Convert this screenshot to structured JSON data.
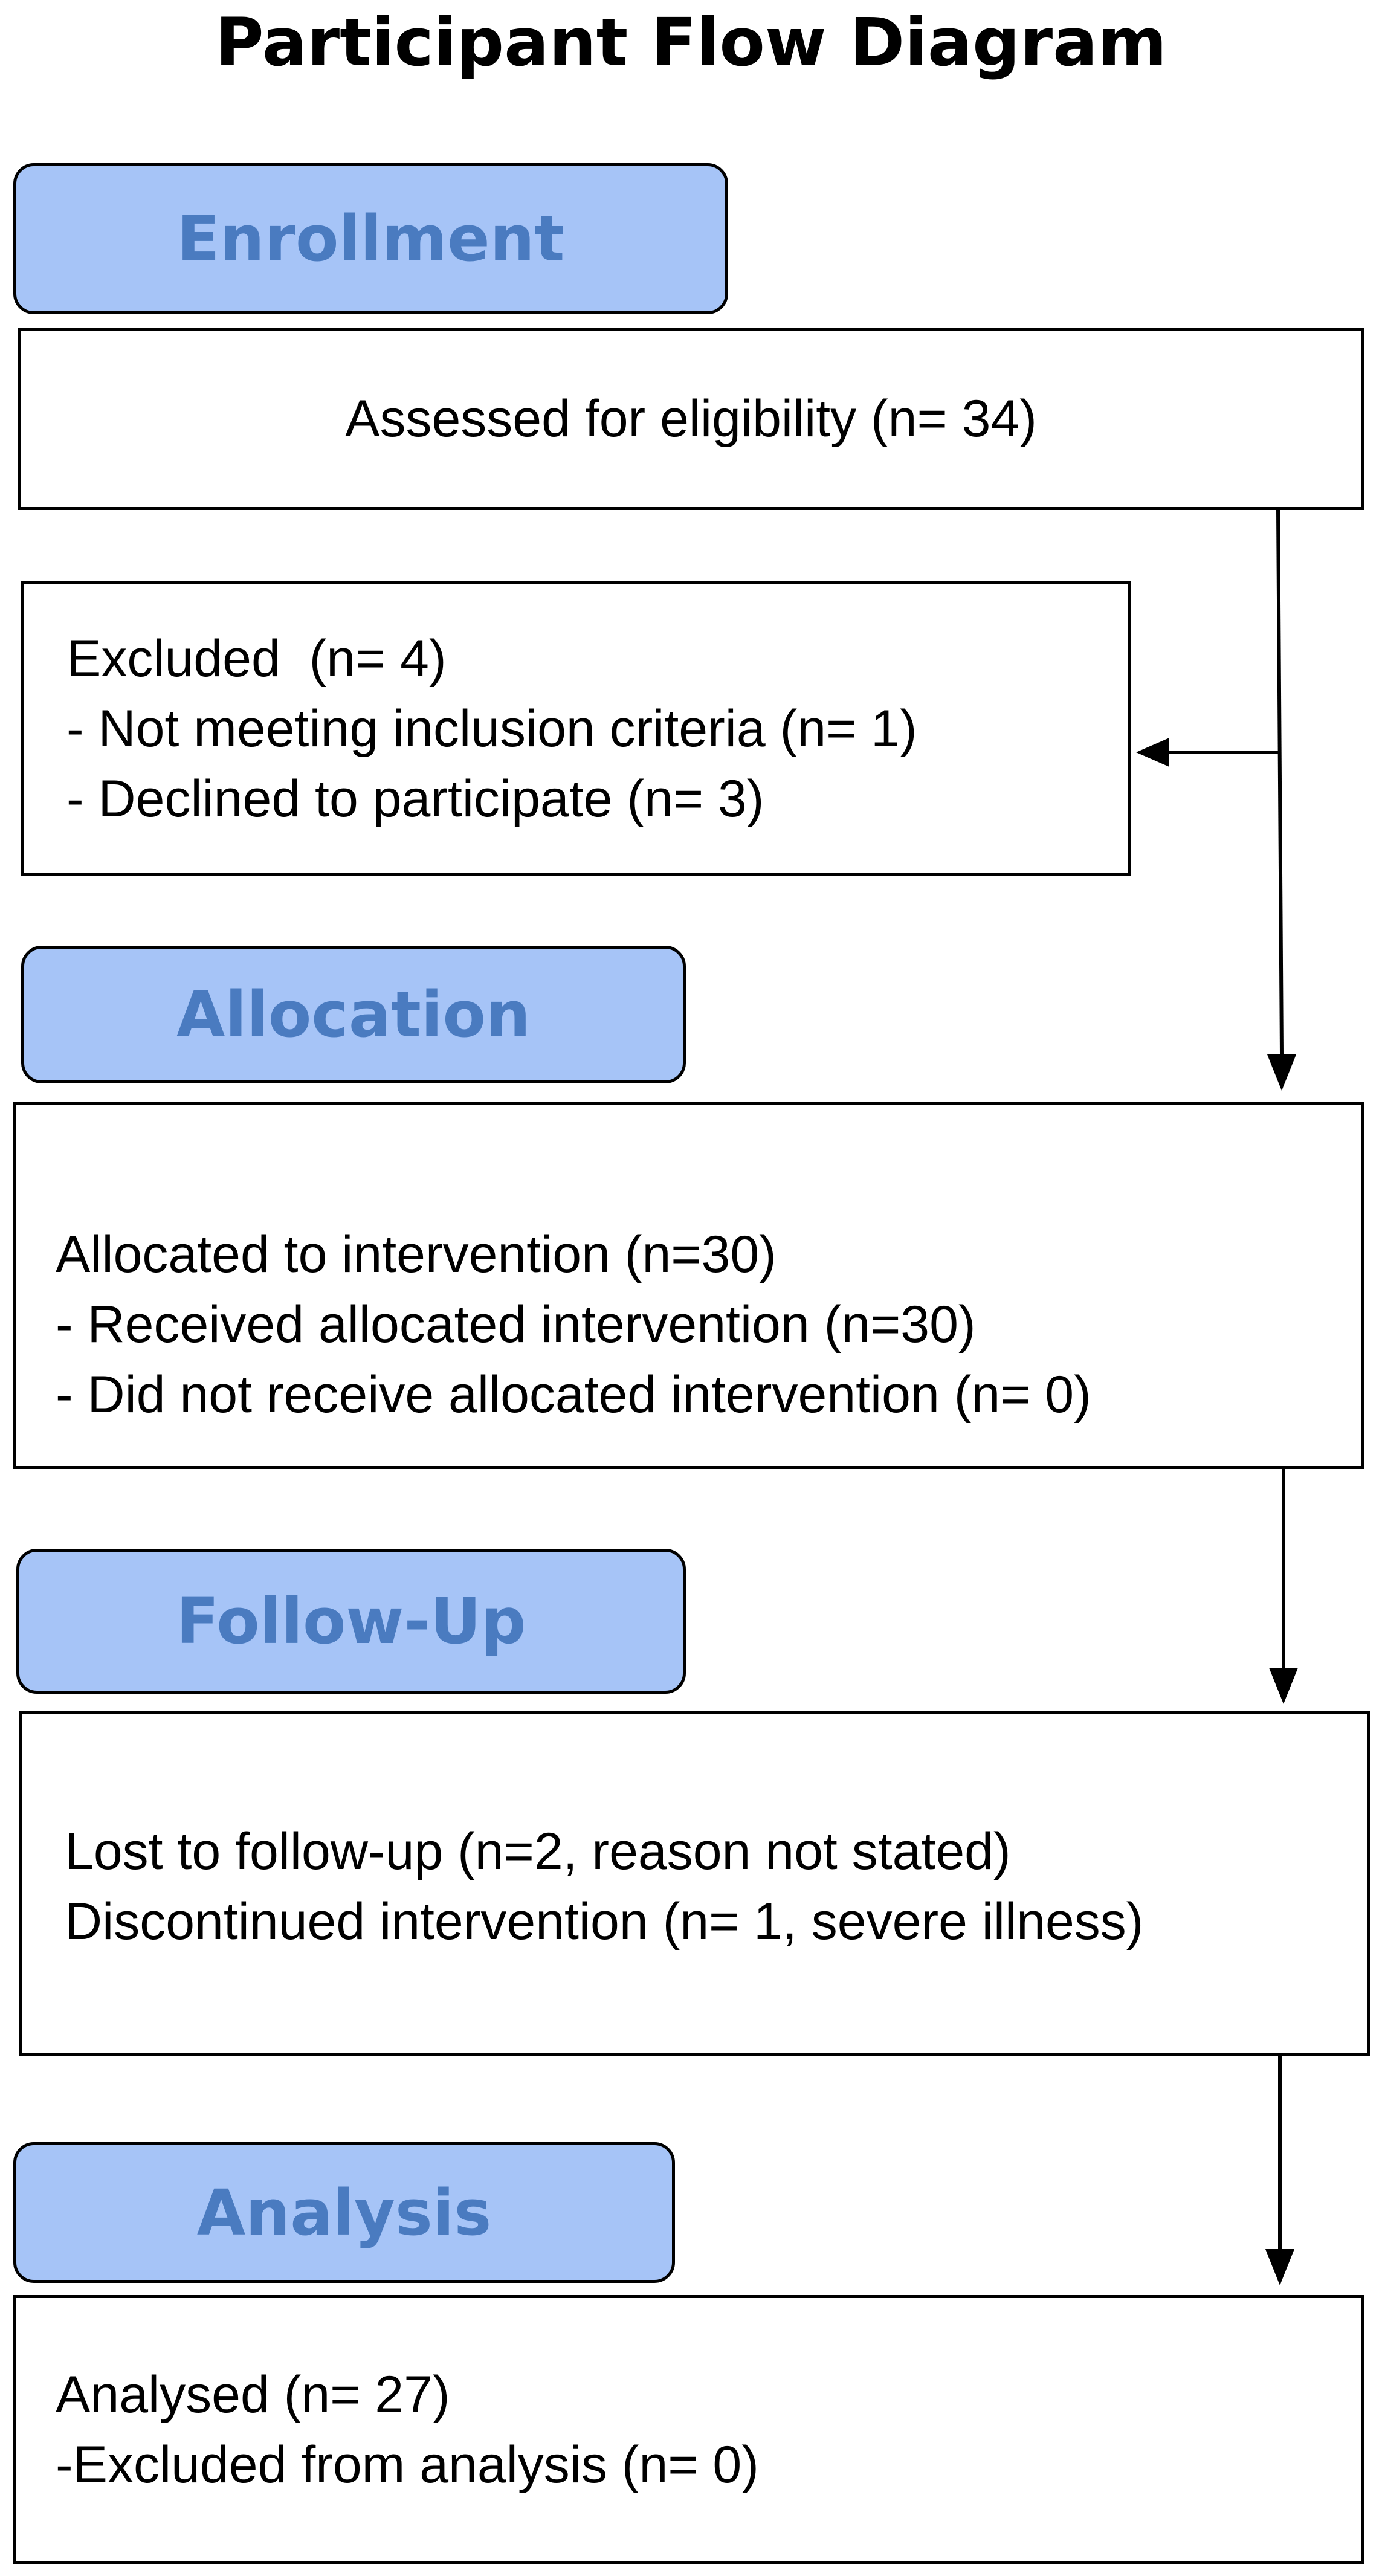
{
  "title": "Participant Flow Diagram",
  "stages": {
    "enrollment": "Enrollment",
    "allocation": "Allocation",
    "followup": "Follow-Up",
    "analysis": "Analysis"
  },
  "boxes": {
    "assessed": "Assessed for eligibility (n= 34)",
    "excluded": [
      "Excluded  (n= 4)",
      "- Not meeting inclusion criteria (n= 1)",
      "- Declined to participate (n= 3)"
    ],
    "allocated": [
      "Allocated to intervention (n=30)",
      "- Received allocated intervention (n=30)",
      "- Did not receive allocated intervention (n= 0)"
    ],
    "followup": [
      "Lost to follow-up (n=2, reason not stated)",
      "Discontinued intervention (n= 1, severe illness)"
    ],
    "analysed": [
      "Analysed (n= 27)",
      "-Excluded from analysis (n= 0)"
    ]
  },
  "colors": {
    "stage_fill": "#a6c4f7",
    "stage_text": "#4a7bc0",
    "line": "#000000"
  }
}
